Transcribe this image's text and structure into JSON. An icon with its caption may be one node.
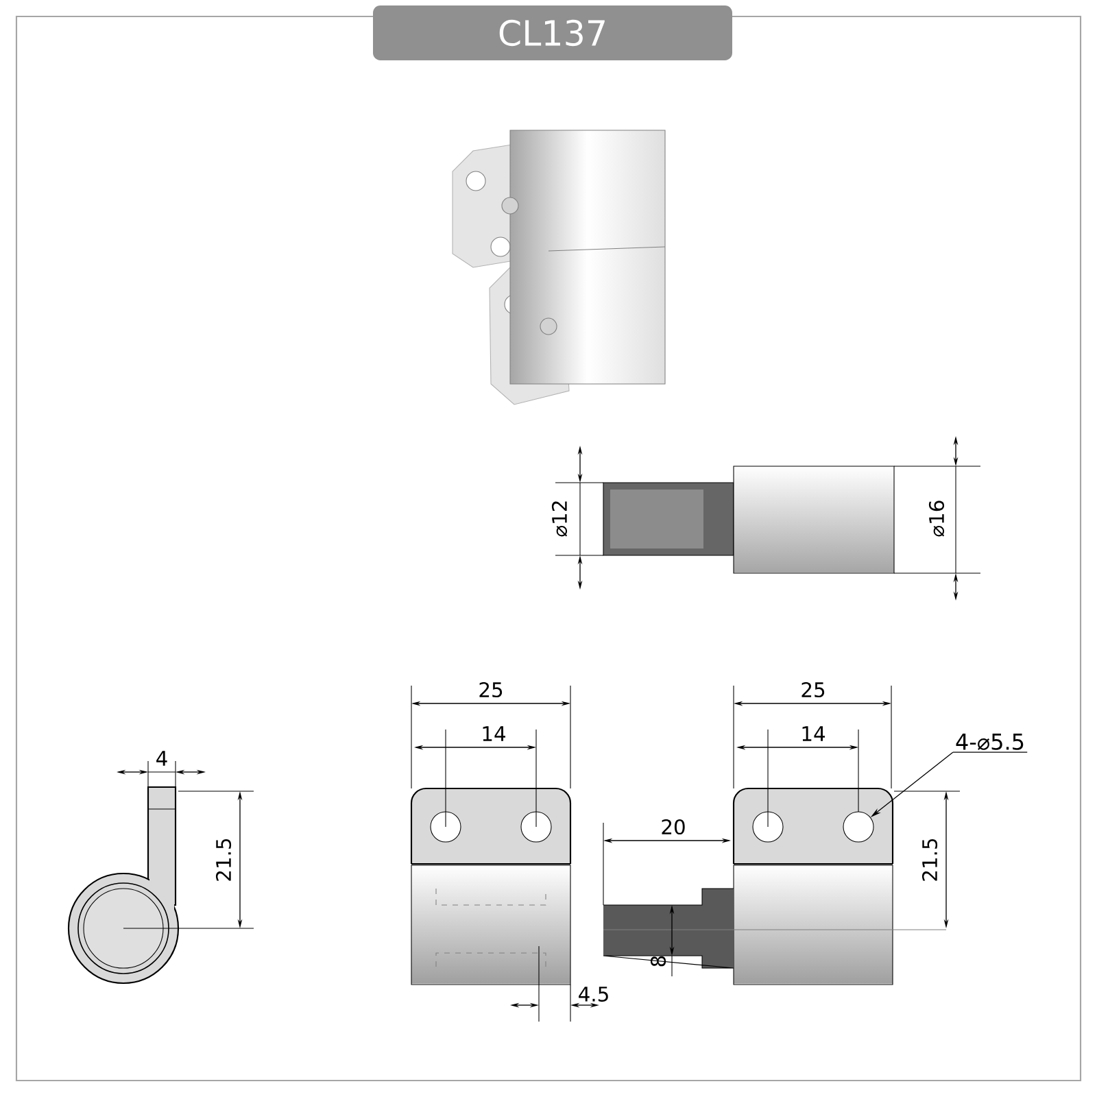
{
  "diagram": {
    "title": "CL137",
    "nodes": [
      {
        "text": [
          "4-⌀5.5"
        ]
      },
      {
        "text": [],
        "shape": "circle"
      }
    ],
    "edges": [
      {
        "from": 0,
        "to": 1,
        "arrow": "to"
      }
    ],
    "labels": [
      "⌀12",
      "⌀16",
      "25",
      "25",
      "4",
      "14",
      "14",
      "21.5",
      "20",
      "21.5",
      "8",
      "4.5"
    ]
  }
}
